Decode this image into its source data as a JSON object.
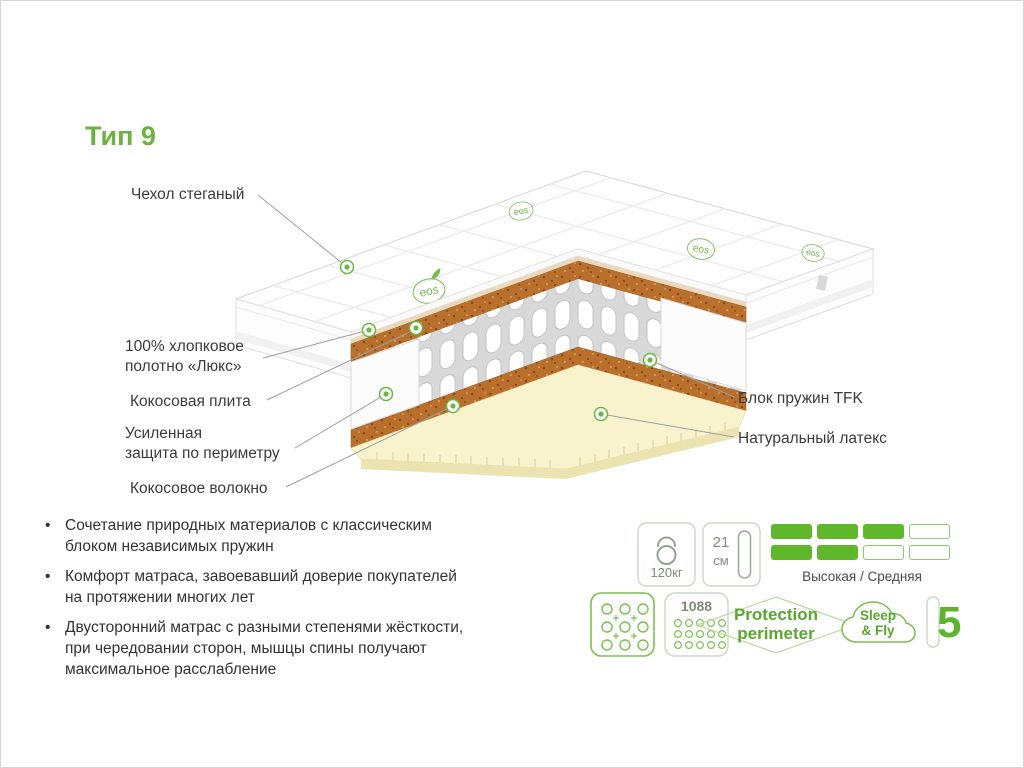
{
  "title": "Тип 9",
  "colors": {
    "accent_green": "#5fb72c",
    "badge_green": "#6ab844",
    "coconut_brown": "#b9702d",
    "latex_yellow": "#f8f3cd"
  },
  "diagram": {
    "brand": "eos",
    "labels": {
      "cover": "Чехол стеганый",
      "cotton": "100% хлопковое\nполотно «Люкс»",
      "coconut_plate": "Кокосовая плита",
      "perimeter": "Усиленная\nзащита по периметру",
      "coconut_fiber": "Кокосовое волокно",
      "springs": "Блок пружин TFK",
      "latex": "Натуральный латекс"
    }
  },
  "features": [
    "Сочетание природных материалов с классическим блоком независимых пружин",
    "Комфорт матраса, завоевавший доверие покупателей на протяжении многих лет",
    "Двусторонний матрас с разными степенями жёсткости, при чередовании сторон, мышцы спины получают максимальное расслабление"
  ],
  "specs": {
    "max_weight": "120кг",
    "height_value": "21",
    "height_unit": "см",
    "firmness": {
      "label": "Высокая / Средняя",
      "rows": [
        {
          "filled": 3,
          "total": 4
        },
        {
          "filled": 2,
          "total": 4
        }
      ]
    },
    "springs_count": "1088",
    "protection_line1": "Protection",
    "protection_line2": "perimeter",
    "brand_line1": "Sleep",
    "brand_line2": "& Fly",
    "warranty_years": "5"
  },
  "icons": {
    "weight": "kettlebell-icon",
    "height": "mattress-height-icon",
    "springs_density": "spring-grid-icon",
    "springs_count": "spring-coils-icon",
    "protection": "perimeter-diamond-icon",
    "brand": "cloud-logo-icon",
    "warranty": "warranty-5-icon",
    "eco": "eco-leaf-badge"
  }
}
